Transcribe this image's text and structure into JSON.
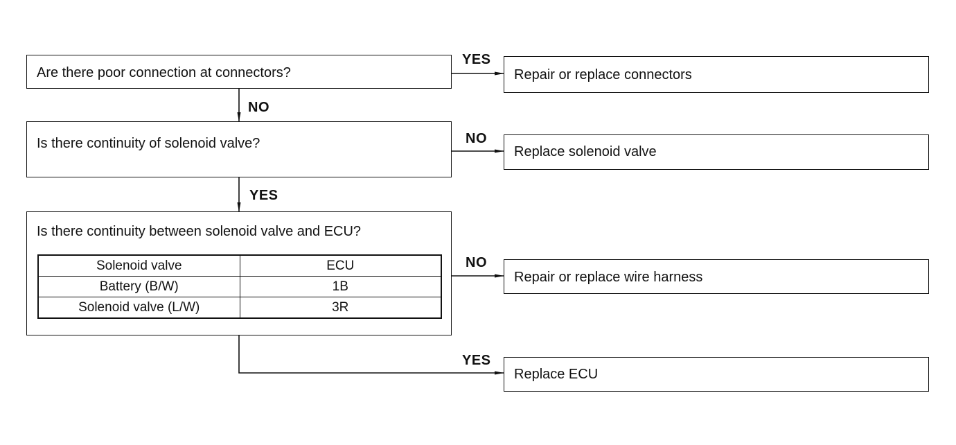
{
  "q1": {
    "text": "Are there poor connection at connectors?"
  },
  "q2": {
    "text": "Is there continuity of solenoid valve?"
  },
  "q3": {
    "text": "Is there continuity between solenoid valve and ECU?",
    "table": {
      "header": [
        "Solenoid valve",
        "ECU"
      ],
      "rows": [
        [
          "Battery (B/W)",
          "1B"
        ],
        [
          "Solenoid valve (L/W)",
          "3R"
        ]
      ]
    }
  },
  "a1": {
    "text": "Repair or replace connectors"
  },
  "a2": {
    "text": "Replace solenoid valve"
  },
  "a3": {
    "text": "Repair or replace wire harness"
  },
  "a4": {
    "text": "Replace ECU"
  },
  "labels": {
    "q1_yes": "YES",
    "q1_no": "NO",
    "q2_no": "NO",
    "q2_yes": "YES",
    "q3_no": "NO",
    "q3_yes": "YES"
  }
}
